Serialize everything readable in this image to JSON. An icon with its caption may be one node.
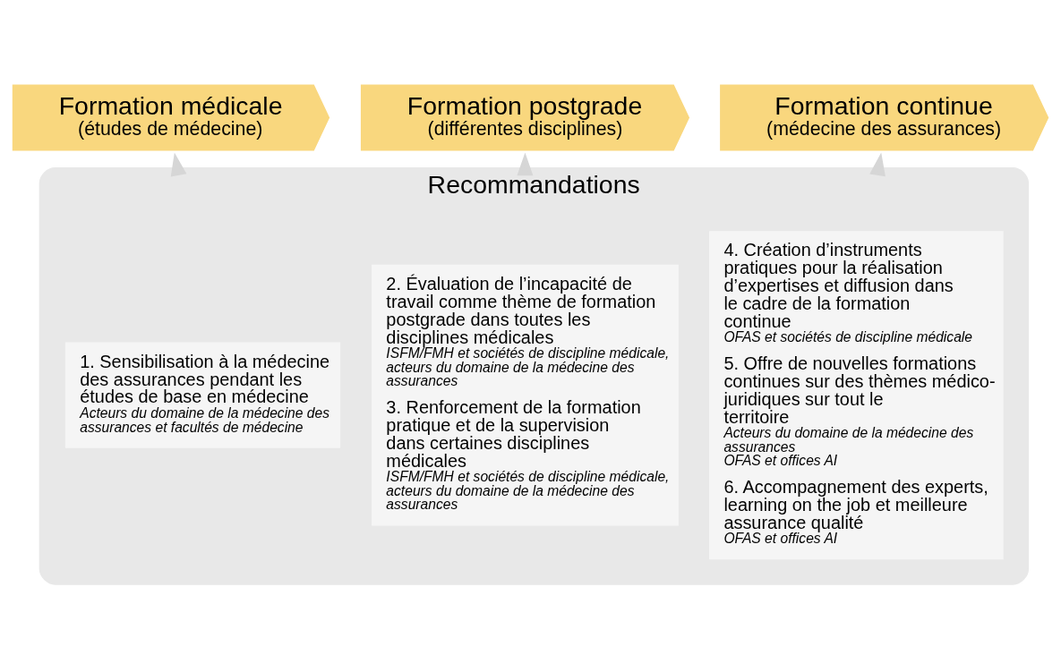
{
  "diagram": {
    "nodes": [
      {
        "text": [
          "Formation médicale",
          "(études de médecine)"
        ]
      },
      {
        "text": [
          "Formation postgrade",
          "(différentes disciplines)"
        ]
      },
      {
        "text": [
          "Formation continue",
          "(médecine des assurances)"
        ]
      },
      {
        "text": [
          "Recommandations"
        ]
      },
      {
        "text": [
          "1. Sensibilisation à la médecine des assurances pendant les études de base en médecine",
          "Acteurs du domaine de la médecine des assurances et facultés de médecine"
        ],
        "in": 3
      },
      {
        "text": [
          "2. Évaluation de l’incapacité de travail comme thème de formation postgrade dans toutes les disciplines médicales",
          "ISFM/FMH et sociétés de discipline médicale, acteurs du domaine de la médecine des assurances",
          "3. Renforcement de la formation pratique et de la supervision dans certaines disciplines médicales",
          "ISFM/FMH et sociétés de discipline médicale, acteurs du domaine de la médecine des assurances"
        ],
        "in": 3
      },
      {
        "text": [
          "4. Création d’instruments pratiques pour la réalisation d’expertises et diffusion dans le cadre de la formation continue",
          "OFAS et sociétés de discipline médicale",
          "5. Offre de nouvelles formations continues sur des thèmes médico-juridiques sur tout le territoire",
          "Acteurs du domaine de la médecine des assurances",
          "OFAS et offices AI",
          "6. Accompagnement des experts, learning on the job et meilleure assurance qualité",
          "OFAS et offices AI"
        ],
        "in": 3
      }
    ],
    "edges": [
      {
        "from": 3,
        "to": 0,
        "arrow": "to"
      },
      {
        "from": 3,
        "to": 1,
        "arrow": "to"
      },
      {
        "from": 3,
        "to": 2,
        "arrow": "to"
      }
    ]
  }
}
